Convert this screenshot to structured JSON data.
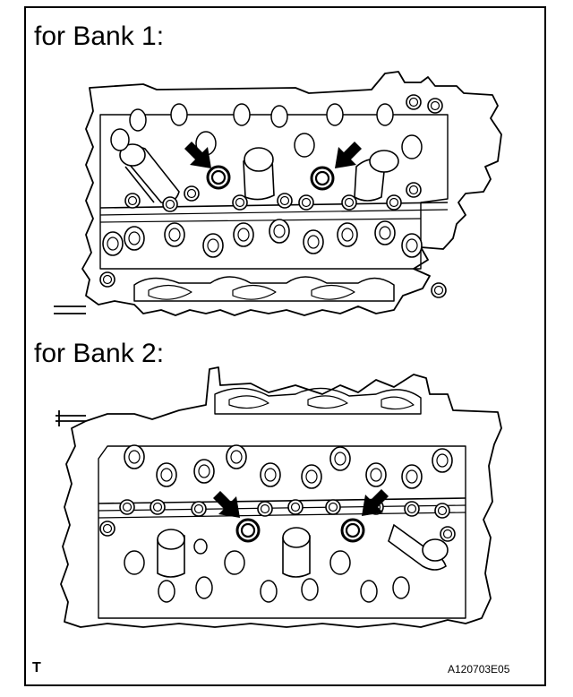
{
  "bank1": {
    "title": "for Bank 1:"
  },
  "bank2": {
    "title": "for Bank 2:"
  },
  "footer": {
    "corner_mark": "T",
    "figure_code": "A120703E05"
  },
  "colors": {
    "ink": "#000000",
    "paper": "#ffffff"
  },
  "icons": [
    "arrow-icon",
    "seal-ring-icon"
  ]
}
